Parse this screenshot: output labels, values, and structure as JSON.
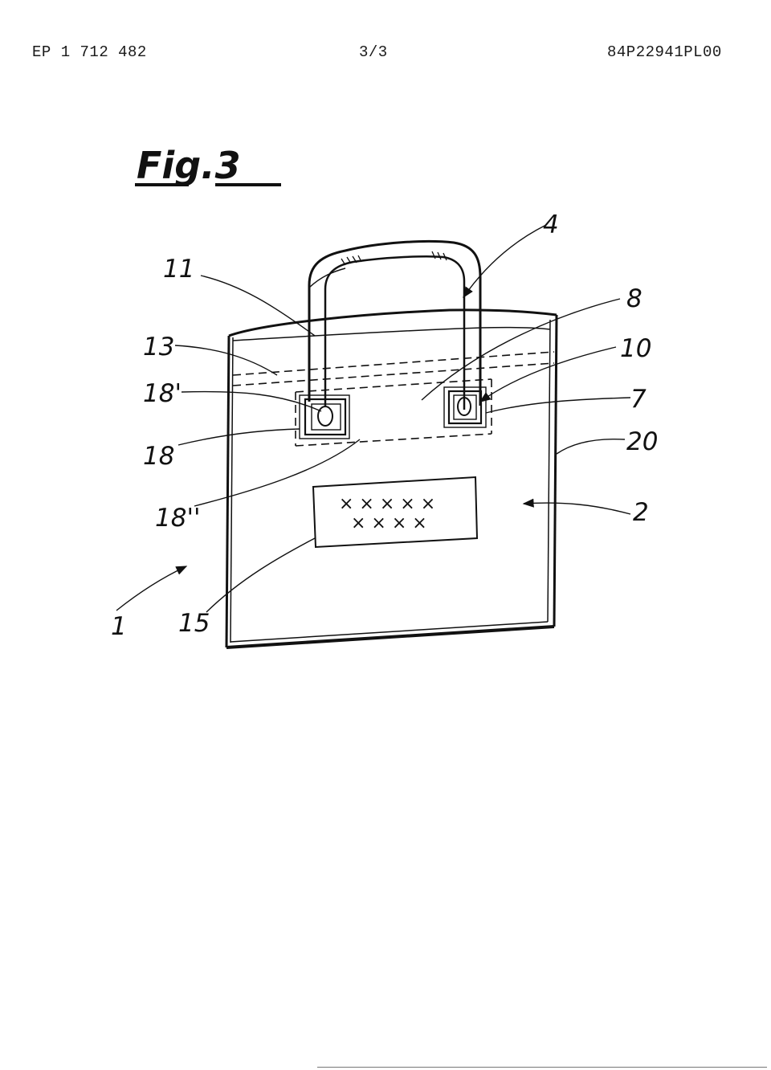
{
  "header": {
    "publication_number": "EP 1 712 482",
    "page": "3/3",
    "document_code": "84P22941PL00"
  },
  "figure": {
    "title": "Fig.3",
    "label_text": "x x x x x\nx x x x"
  },
  "labels": [
    {
      "id": "11",
      "text": "11"
    },
    {
      "id": "13",
      "text": "13"
    },
    {
      "id": "18p",
      "text": "18'"
    },
    {
      "id": "18",
      "text": "18"
    },
    {
      "id": "18pp",
      "text": "18''"
    },
    {
      "id": "1",
      "text": "1"
    },
    {
      "id": "15",
      "text": "15"
    },
    {
      "id": "4",
      "text": "4"
    },
    {
      "id": "8",
      "text": "8"
    },
    {
      "id": "10",
      "text": "10"
    },
    {
      "id": "7",
      "text": "7"
    },
    {
      "id": "20",
      "text": "20"
    },
    {
      "id": "2",
      "text": "2"
    }
  ],
  "colors": {
    "ink": "#111111",
    "paper": "#ffffff"
  }
}
